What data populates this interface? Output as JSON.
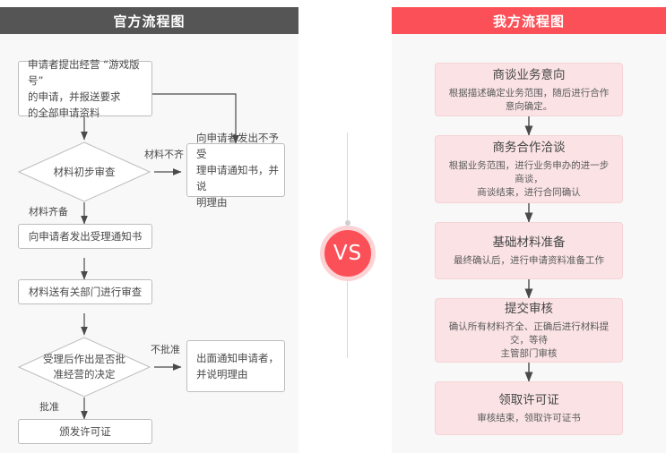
{
  "official": {
    "header": "官方流程图",
    "nodes": [
      {
        "id": "apply",
        "type": "rect",
        "text": "申请者提出经营 “游戏版号”\n的申请，并报送要求\n的全部申请资料"
      },
      {
        "id": "reject-notice",
        "type": "rect",
        "text": "向申请者发出不予受\n理申请通知书，并说\n明理由"
      },
      {
        "id": "first-review",
        "type": "diamond",
        "text": "材料初步审查"
      },
      {
        "id": "accept-notice",
        "type": "rect",
        "text": "向申请者发出受理通知书"
      },
      {
        "id": "dept-review",
        "type": "rect",
        "text": "材料送有关部门进行审查"
      },
      {
        "id": "decision",
        "type": "diamond",
        "text": "受理后作出是否批\n准经营的决定"
      },
      {
        "id": "deny-notice",
        "type": "rect",
        "text": "出面通知申请者，\n并说明理由"
      },
      {
        "id": "issue-license",
        "type": "rect",
        "text": "颁发许可证"
      }
    ],
    "edge_labels": {
      "incomplete": "材料不齐",
      "complete": "材料齐备",
      "not_approved": "不批准",
      "approved": "批准"
    }
  },
  "ours": {
    "header": "我方流程图",
    "cards": [
      {
        "title": "商谈业务意向",
        "desc": "根据描述确定业务范围，随后进行合作意向确定。"
      },
      {
        "title": "商务合作洽谈",
        "desc": "根据业务范围，进行业务申办的进一步商谈，\n商谈结束，进行合同确认"
      },
      {
        "title": "基础材料准备",
        "desc": "最终确认后，进行申请资料准备工作"
      },
      {
        "title": "提交审核",
        "desc": "确认所有材料齐全、正确后进行材料提交，等待\n主管部门审核"
      },
      {
        "title": "领取许可证",
        "desc": "审核结束，领取许可证书"
      }
    ]
  },
  "divider": {
    "vs_label": "VS"
  },
  "colors": {
    "official_header_bg": "#555555",
    "ours_header_bg": "#fc5058",
    "panel_bg": "#f8f8f8",
    "card_bg": "#fbe3e5",
    "card_border": "#f6d3d6",
    "node_border": "#bdbdbd",
    "wire": "#4a4a4a",
    "divider_line": "#d8d8d8",
    "vs_ring": "#fcd3d5"
  }
}
